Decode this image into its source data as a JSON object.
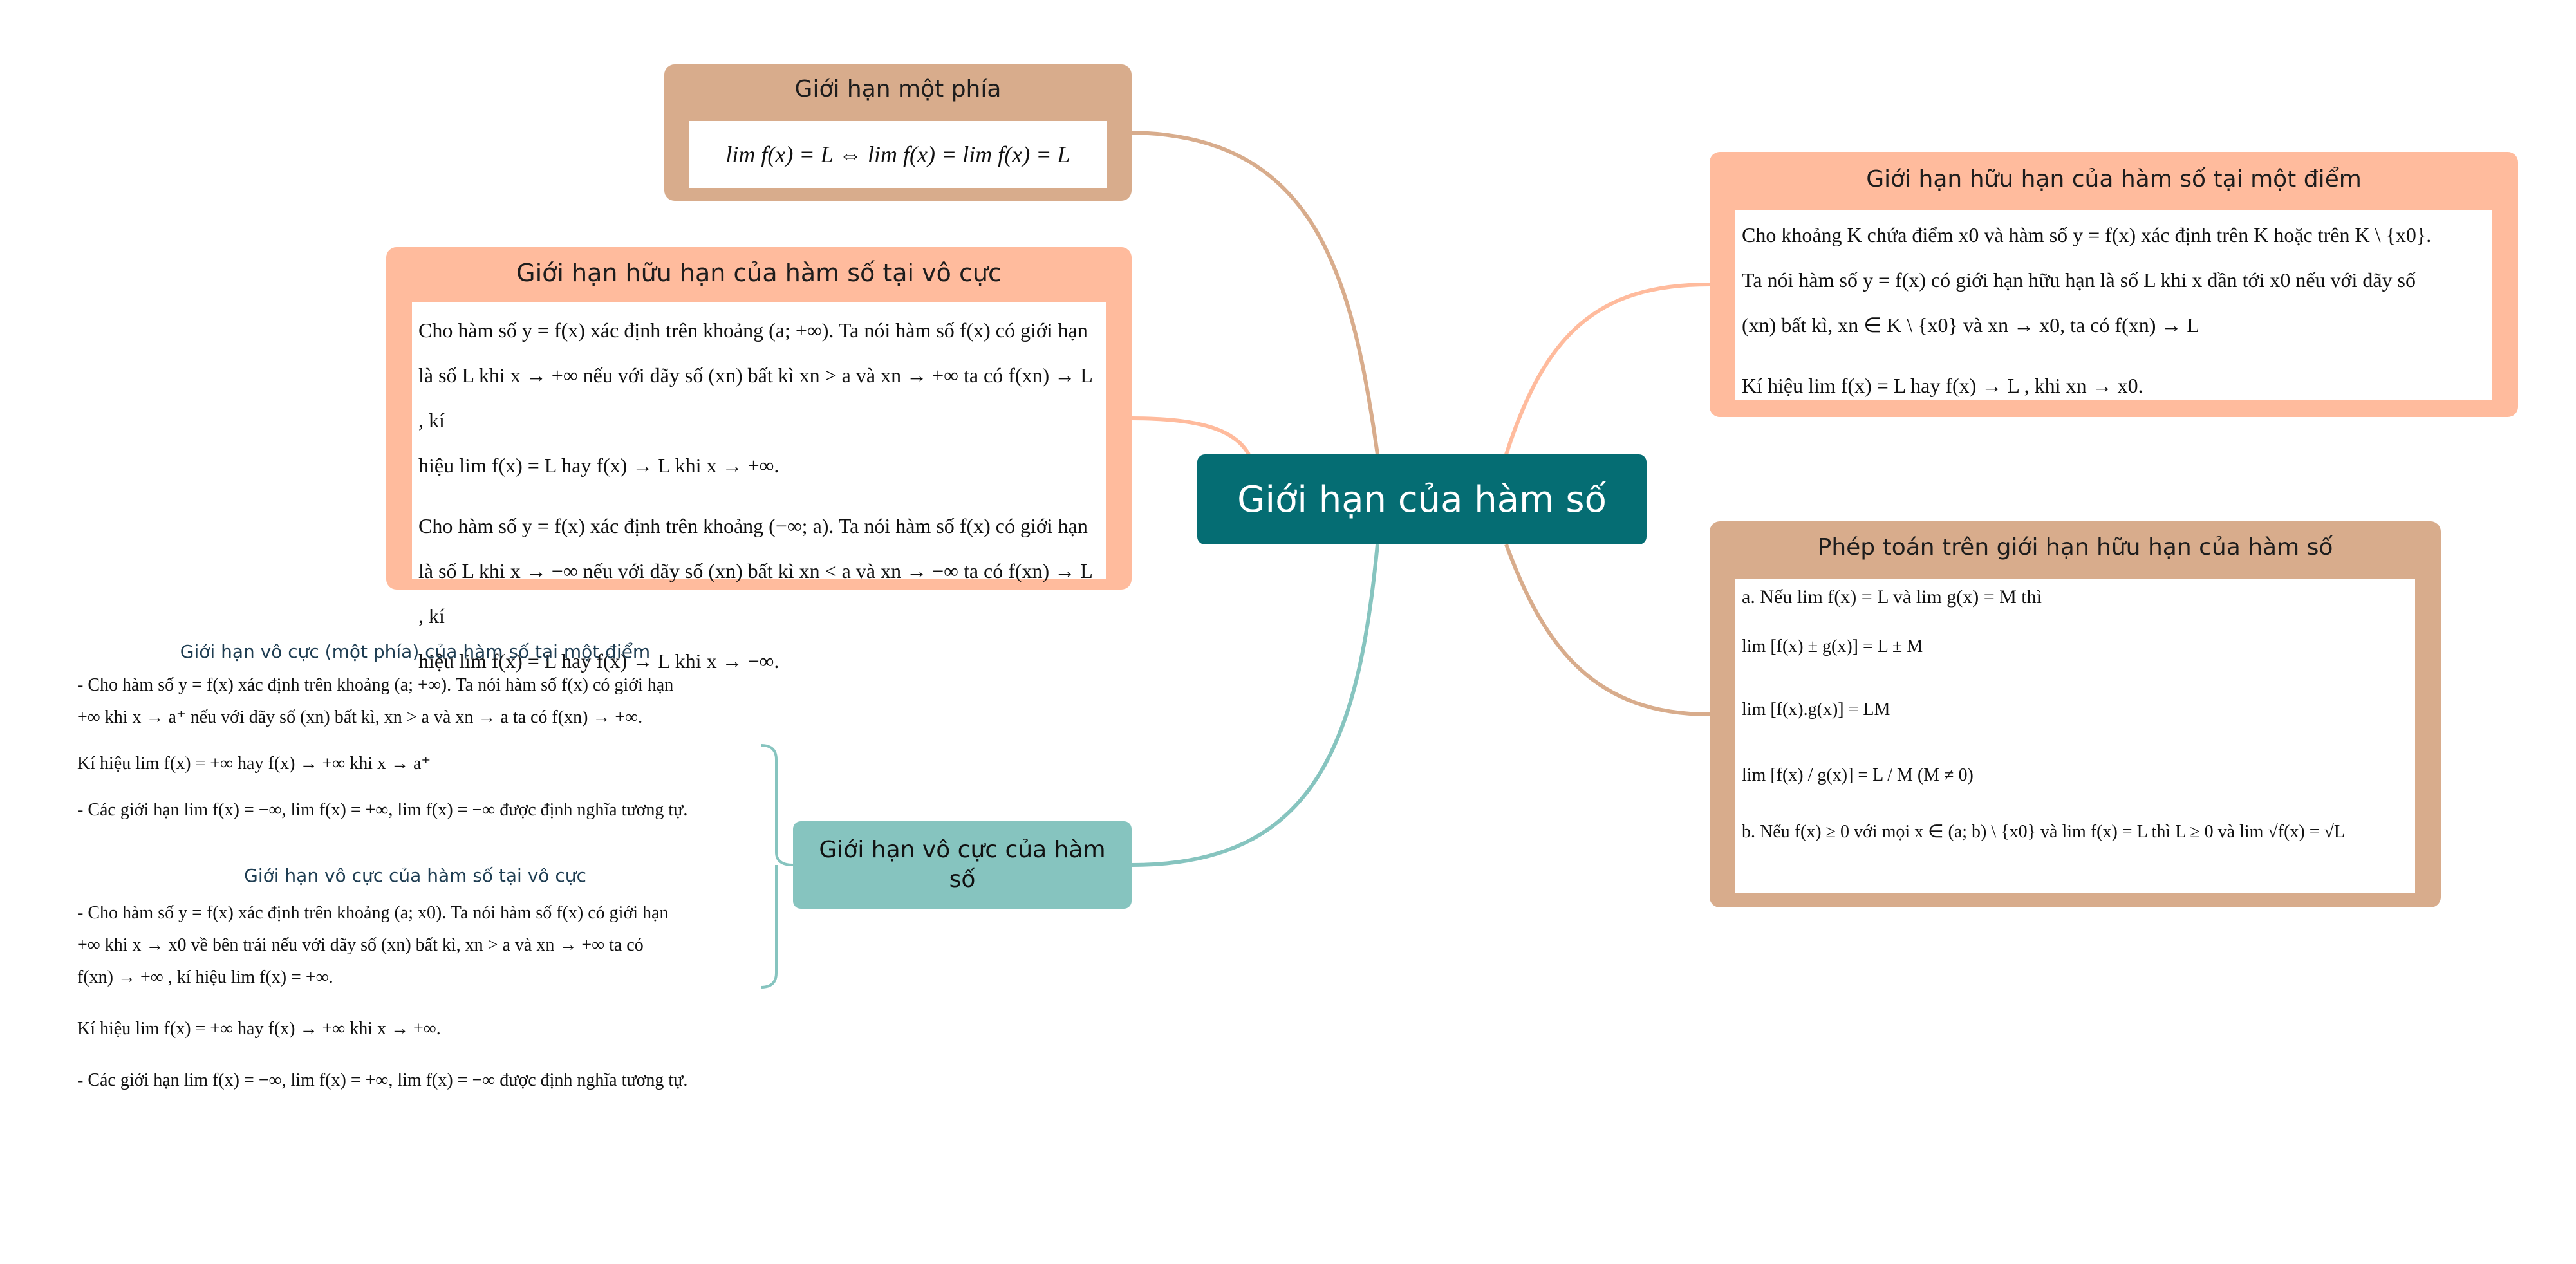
{
  "central": "Giới hạn của hàm số",
  "one_sided": {
    "title": "Giới hạn một phía",
    "formula": "lim f(x) = L ⇔ lim f(x) = lim f(x) = L"
  },
  "finite_at_infinity": {
    "title": "Giới hạn hữu hạn của hàm số tại vô cực",
    "lines": [
      "Cho hàm số y = f(x) xác định trên khoảng (a; +∞). Ta nói hàm số f(x) có giới hạn",
      "là số L khi x → +∞ nếu với dãy số (xn) bất kì xn > a và xn → +∞ ta có f(xn) → L , kí",
      "hiệu lim f(x) = L hay f(x) → L khi x → +∞.",
      "Cho hàm số y = f(x) xác định trên khoảng (−∞; a). Ta nói hàm số f(x) có giới hạn",
      "là số L khi x → −∞ nếu với dãy số (xn) bất kì xn < a và xn → −∞ ta có f(xn) → L , kí",
      "hiệu lim f(x) = L hay f(x) → L khi x → −∞."
    ]
  },
  "finite_at_point": {
    "title": "Giới hạn hữu hạn của hàm số tại một điểm",
    "lines": [
      "Cho khoảng K chứa điểm x0 và hàm số y = f(x) xác định trên K hoặc trên K \\ {x0}.",
      "Ta nói hàm số y = f(x) có giới hạn hữu hạn là số L khi x dần tới x0 nếu với dãy số",
      "(xn) bất kì, xn ∈ K \\ {x0} và xn → x0, ta có f(xn) → L",
      "Kí hiệu lim f(x) = L hay f(x) → L , khi xn → x0."
    ]
  },
  "operations": {
    "title": "Phép toán trên giới hạn hữu hạn của hàm số",
    "lines": [
      "a. Nếu lim f(x) = L và lim g(x) = M thì",
      "lim [f(x) ± g(x)] = L ± M",
      "lim [f(x).g(x)] = LM",
      "lim [f(x) / g(x)] = L / M (M ≠ 0)",
      "b. Nếu f(x) ≥ 0 với mọi x ∈ (a; b) \\ {x0} và lim f(x) = L thì L ≥ 0 và lim √f(x) = √L"
    ]
  },
  "infinite_limits": {
    "title": "Giới hạn vô cực của hàm số",
    "one_sided_title": "Giới hạn vô cực (một phía) của hàm số tại một điểm",
    "one_sided_lines": [
      "- Cho hàm số y = f(x) xác định trên khoảng (a; +∞). Ta nói hàm số f(x) có giới hạn",
      "+∞ khi x → a⁺ nếu với dãy số (xn) bất kì, xn > a và xn → a ta có f(xn) → +∞.",
      "Kí hiệu lim f(x) = +∞ hay f(x) → +∞ khi x → a⁺",
      "- Các giới hạn lim f(x) = −∞, lim f(x) = +∞, lim f(x) = −∞ được định nghĩa tương tự."
    ],
    "at_infinity_title": "Giới hạn vô cực của hàm số tại vô cực",
    "at_infinity_lines": [
      "- Cho hàm số y = f(x) xác định trên khoảng (a; x0). Ta nói hàm số f(x) có giới hạn",
      "+∞ khi x → x0 về bên trái nếu với dãy số (xn) bất kì, xn > a và xn → +∞ ta có",
      "f(xn) → +∞ , kí hiệu lim f(x) = +∞.",
      "Kí hiệu lim f(x) = +∞ hay f(x) → +∞ khi x → +∞.",
      "- Các giới hạn lim f(x) = −∞, lim f(x) = +∞, lim f(x) = −∞ được định nghĩa tương tự."
    ]
  },
  "colors": {
    "central": "#056d73",
    "tan": "#d8ac8c",
    "salmon": "#ffbb9d",
    "teal_light": "#86c4bf"
  }
}
